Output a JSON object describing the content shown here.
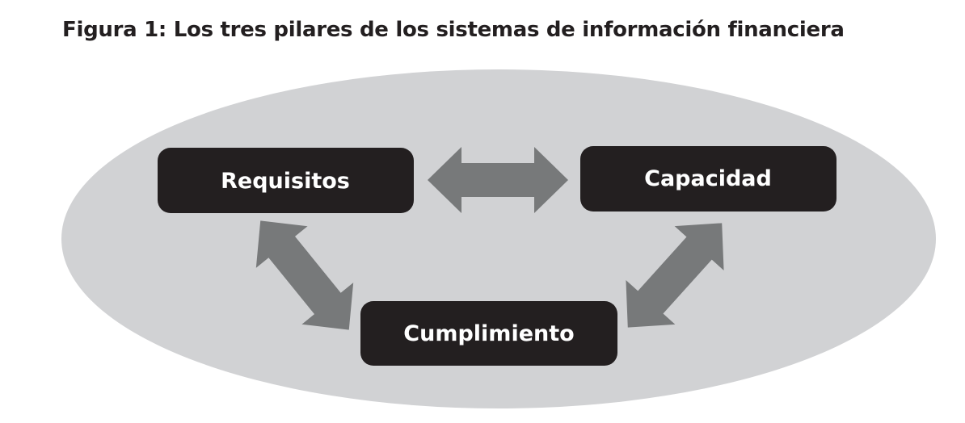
{
  "title": "Figura 1: Los tres pilares de los sistemas de información financiera",
  "nodes": {
    "requisitos": "Requisitos",
    "capacidad": "Capacidad",
    "cumplimiento": "Cumplimiento"
  },
  "edges": [
    {
      "from": "Requisitos",
      "to": "Capacidad",
      "type": "bidirectional"
    },
    {
      "from": "Requisitos",
      "to": "Cumplimiento",
      "type": "bidirectional"
    },
    {
      "from": "Capacidad",
      "to": "Cumplimiento",
      "type": "bidirectional"
    }
  ],
  "colors": {
    "ellipse": "#d1d2d4",
    "box": "#231f20",
    "arrow": "#77797a",
    "text": "#ffffff"
  }
}
